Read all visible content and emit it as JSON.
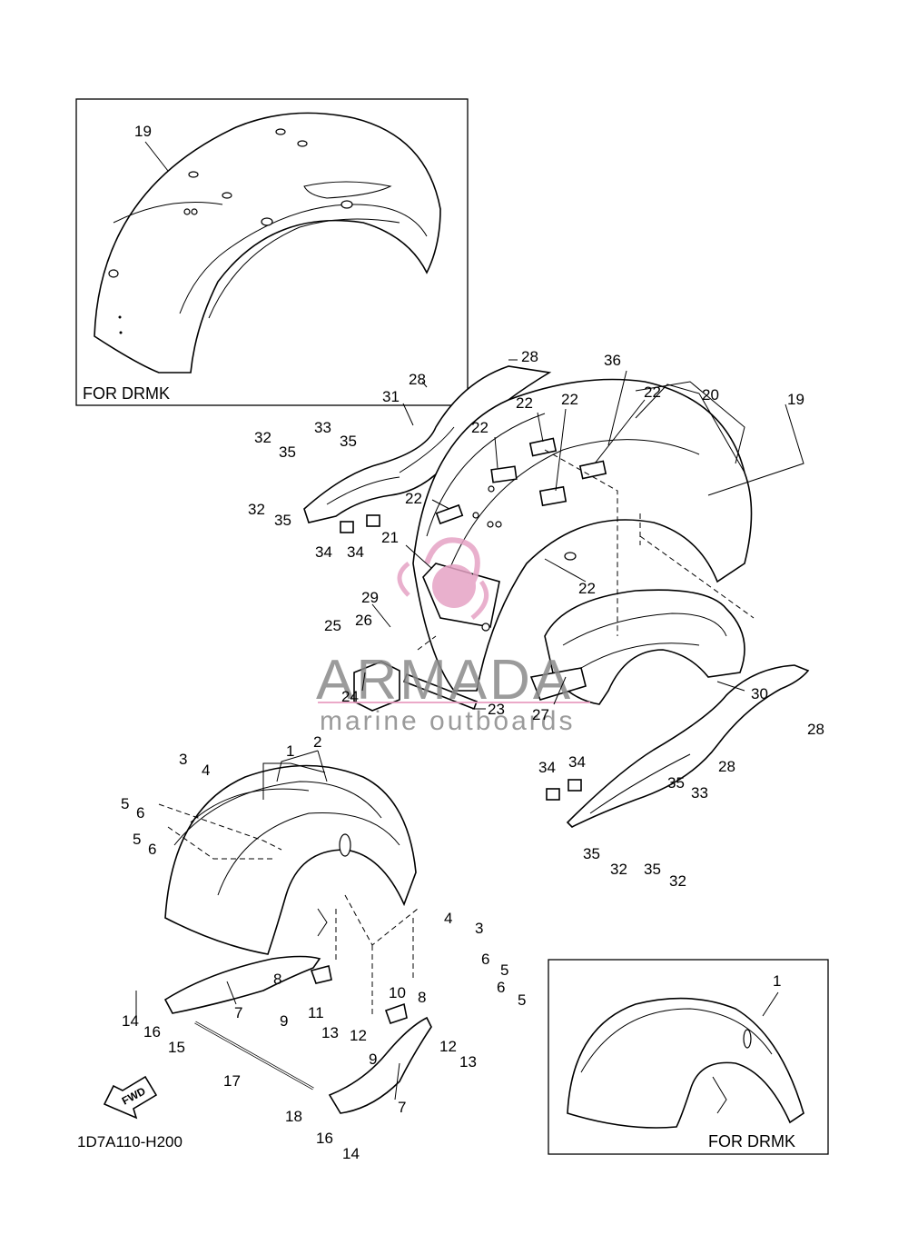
{
  "diagram": {
    "code": "1D7A110-H200",
    "box_label_rear": "FOR DRMK",
    "box_label_front": "FOR DRMK",
    "fwd_label": "FWD",
    "watermark": {
      "brand": "ARMADA",
      "tagline": "marine outboards",
      "accent_color": "#e6a3c5",
      "line_color": "#e89bbf"
    },
    "callouts": [
      "19",
      "28",
      "36",
      "20",
      "19",
      "28",
      "31",
      "22",
      "22",
      "22",
      "22",
      "33",
      "35",
      "32",
      "35",
      "32",
      "35",
      "22",
      "34",
      "34",
      "21",
      "22",
      "29",
      "25",
      "26",
      "24",
      "23",
      "27",
      "30",
      "28",
      "28",
      "1",
      "2",
      "3",
      "4",
      "5",
      "6",
      "5",
      "6",
      "34",
      "34",
      "35",
      "33",
      "35",
      "32",
      "35",
      "32",
      "4",
      "3",
      "6",
      "5",
      "6",
      "5",
      "8",
      "7",
      "11",
      "9",
      "14",
      "16",
      "15",
      "13",
      "12",
      "10",
      "8",
      "9",
      "12",
      "13",
      "17",
      "18",
      "7",
      "16",
      "14",
      "1"
    ]
  }
}
